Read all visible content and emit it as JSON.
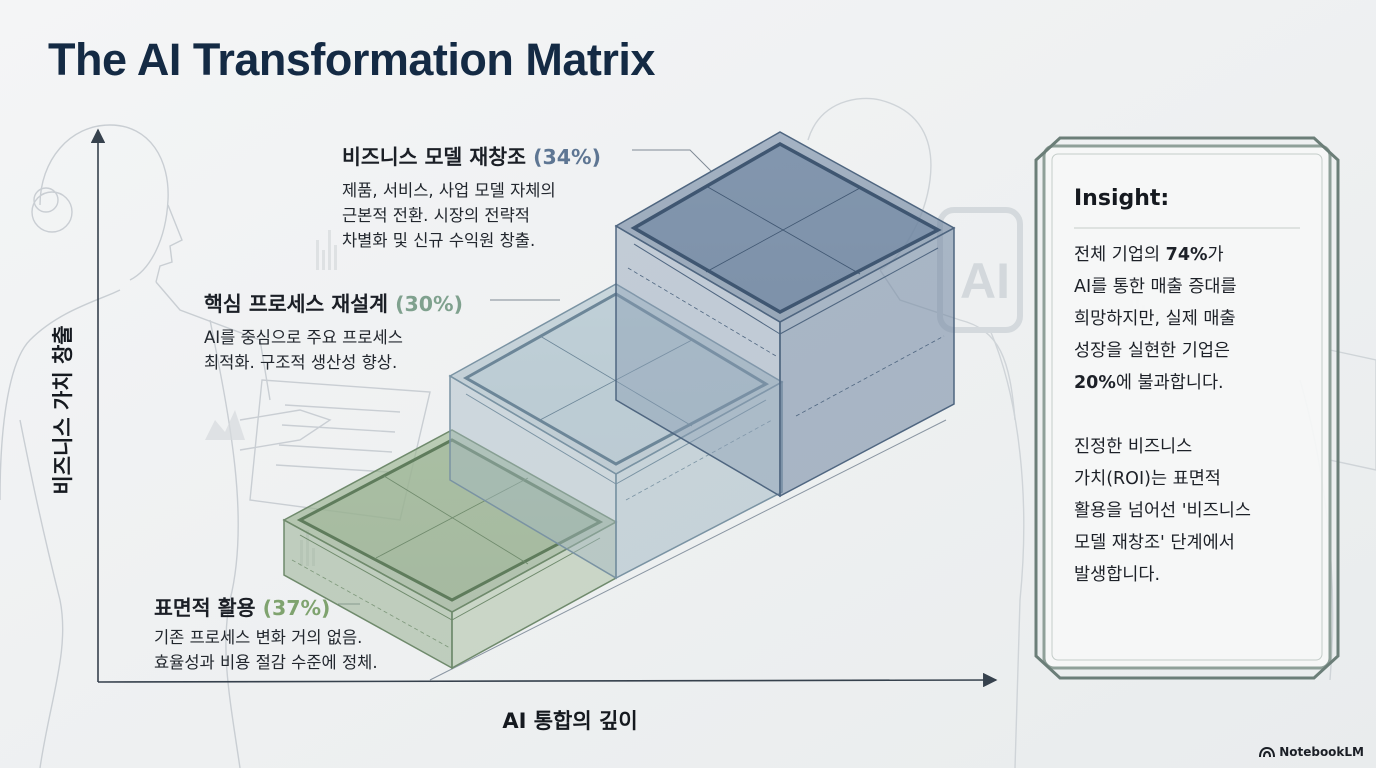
{
  "title": "The AI Transformation Matrix",
  "axes": {
    "y_label": "비즈니스 가치 창출",
    "x_label": "AI 통합의 깊이"
  },
  "levels": [
    {
      "name": "표면적 활용",
      "percent": "(37%)",
      "description": [
        "기존 프로세스 변화 거의 없음.",
        "효율성과 비용 절감 수준에 정체."
      ],
      "color": "#8aa883"
    },
    {
      "name": "핵심 프로세스 재설계",
      "percent": "(30%)",
      "description": [
        "AI를 중심으로 주요 프로세스",
        "최적화. 구조적 생산성 향상."
      ],
      "color": "#8ea5b3"
    },
    {
      "name": "비즈니스 모델 재창조",
      "percent": "(34%)",
      "description": [
        "제품, 서비스, 사업 모델 자체의",
        "근본적 전환. 시장의 전략적",
        "차별화 및 신규 수익원 창출."
      ],
      "color": "#5e7693"
    }
  ],
  "insight": {
    "title": "Insight:",
    "p1": {
      "l1_pre": "전체 기업의 ",
      "l1_bold": "74%",
      "l1_post": "가",
      "l2": "AI를 통한 매출 증대를",
      "l3": "희망하지만, 실제 매출",
      "l4": "성장을 실현한 기업은",
      "l5_bold": "20%",
      "l5_post": "에 불과합니다."
    },
    "p2": [
      "진정한 비즈니스",
      "가치(ROI)는 표면적",
      "활용을 넘어선 '비즈니스",
      "모델 재창조' 단계에서",
      "발생합니다."
    ]
  },
  "background_sign": "AI",
  "brand": "NotebookLM"
}
